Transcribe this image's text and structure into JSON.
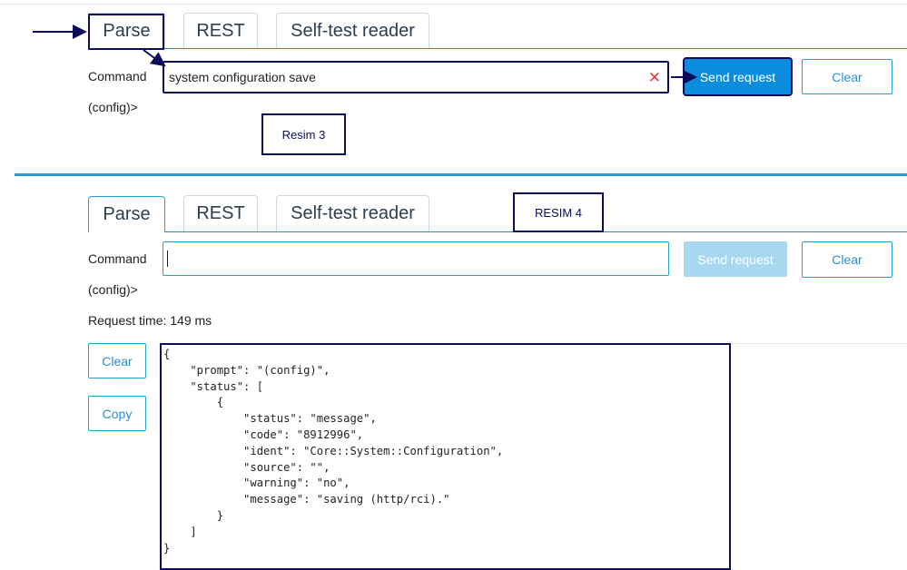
{
  "top": {
    "tabs": [
      {
        "label": "Parse"
      },
      {
        "label": "REST"
      },
      {
        "label": "Self-test reader"
      }
    ],
    "command_label": "Command",
    "command_value": "system configuration save",
    "clear_input_icon": "close-icon",
    "send_label": "Send request",
    "clear_label": "Clear",
    "prompt": "(config)>",
    "annotation": "Resim 3"
  },
  "bottom": {
    "tabs": [
      {
        "label": "Parse"
      },
      {
        "label": "REST"
      },
      {
        "label": "Self-test reader"
      }
    ],
    "annotation": "RESIM 4",
    "command_label": "Command",
    "command_value": "",
    "send_label": "Send request",
    "clear_label": "Clear",
    "prompt": "(config)>",
    "request_time": "Request time: 149 ms",
    "output_clear_label": "Clear",
    "output_copy_label": "Copy",
    "output_json": "{\n    \"prompt\": \"(config)\",\n    \"status\": [\n        {\n            \"status\": \"message\",\n            \"code\": \"8912996\",\n            \"ident\": \"Core::System::Configuration\",\n            \"source\": \"\",\n            \"warning\": \"no\",\n            \"message\": \"saving (http/rci).\"\n        }\n    ]\n}"
  },
  "colors": {
    "accent": "#0a8ddc",
    "annotation": "#0c0c5a",
    "divider": "#2a9fd6"
  }
}
